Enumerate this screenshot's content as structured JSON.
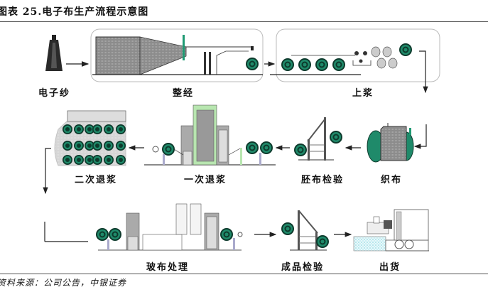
{
  "figure": {
    "title": "图表 25.电子布生产流程示意图",
    "source": "资料来源：公司公告，中银证券"
  },
  "steps": [
    {
      "id": "yarn",
      "label": "电子纱"
    },
    {
      "id": "warping",
      "label": "整经"
    },
    {
      "id": "sizing",
      "label": "上浆"
    },
    {
      "id": "weaving",
      "label": "织布"
    },
    {
      "id": "greige-inspection",
      "label": "胚布检验"
    },
    {
      "id": "primary-desizing",
      "label": "一次退浆"
    },
    {
      "id": "secondary-desizing",
      "label": "二次退浆"
    },
    {
      "id": "glass-cloth-treatment",
      "label": "玻布处理"
    },
    {
      "id": "final-inspection",
      "label": "成品检验"
    },
    {
      "id": "shipping",
      "label": "出货"
    }
  ],
  "colors": {
    "roll_green": "#1f8a6a",
    "roll_dark": "#0d3a2c",
    "machine_gray": "#9a9a9a",
    "frame_green": "#b8e6b0",
    "water_blue": "#cfeff5"
  }
}
